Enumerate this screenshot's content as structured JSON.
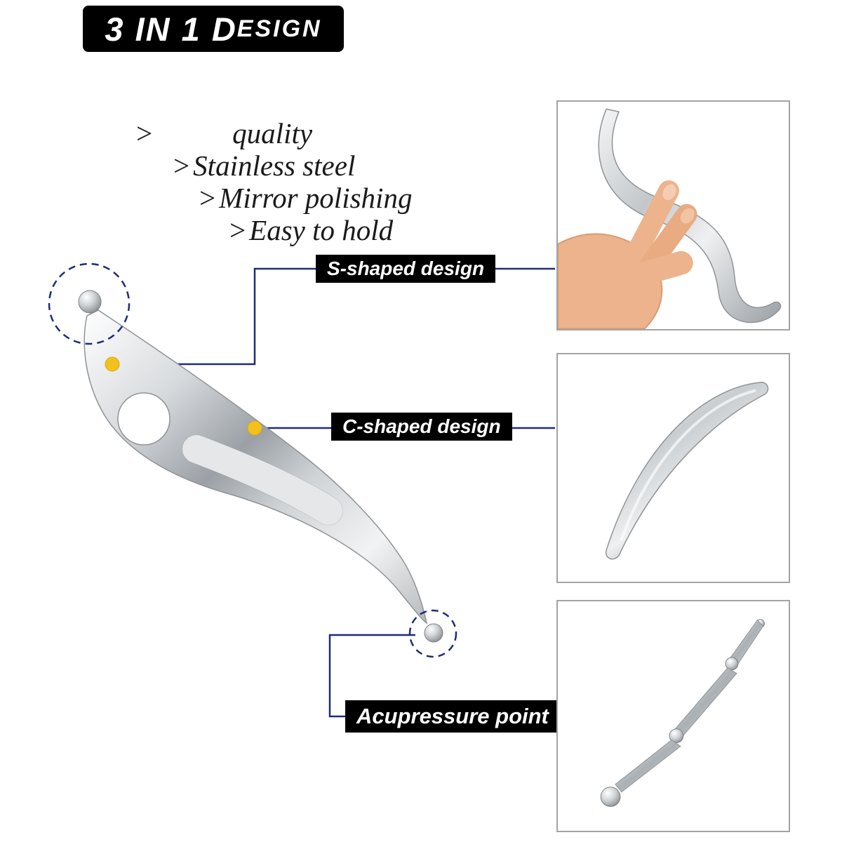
{
  "badge": {
    "text_primary": "3 IN 1 D",
    "text_secondary": "ESIGN"
  },
  "features": [
    {
      "prefix": ">",
      "text": "quality"
    },
    {
      "prefix": ">",
      "text": "Stainless steel"
    },
    {
      "prefix": ">",
      "text": "Mirror polishing"
    },
    {
      "prefix": ">",
      "text": "Easy to hold"
    }
  ],
  "callouts": {
    "s_shaped": "S-shaped design",
    "c_shaped": "C-shaped design",
    "acupressure": "Acupressure point"
  },
  "figures": {
    "main_tool": "s-shaped stainless steel gua-sha scraping tool with ball tips",
    "photo_top": "hand holding s-shaped tool",
    "photo_middle": "c-shaped polished steel tool",
    "photo_bottom": "acupressure point pen with ball ends"
  },
  "colors": {
    "accent-navy": "#1e2c7a",
    "marker-yellow": "#f2c11e",
    "label-bg": "#000000",
    "label-text": "#ffffff",
    "frame-border": "#a3a3a3"
  }
}
